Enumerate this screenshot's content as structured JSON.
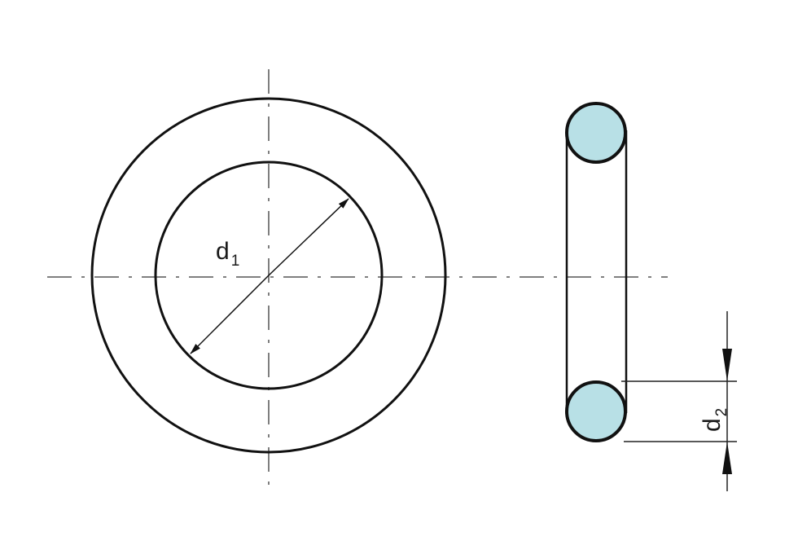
{
  "diagram": {
    "type": "technical-drawing",
    "subject": "O-ring",
    "front_view": {
      "dimension_label": "d",
      "dimension_subscript": "1",
      "dimension_meaning": "inner diameter"
    },
    "side_view": {
      "dimension_label": "d",
      "dimension_subscript": "2",
      "dimension_meaning": "cross-section diameter"
    },
    "colors": {
      "line": "#111111",
      "centerline": "#555555",
      "section_fill": "#b8e0e6",
      "background": "#ffffff"
    }
  }
}
